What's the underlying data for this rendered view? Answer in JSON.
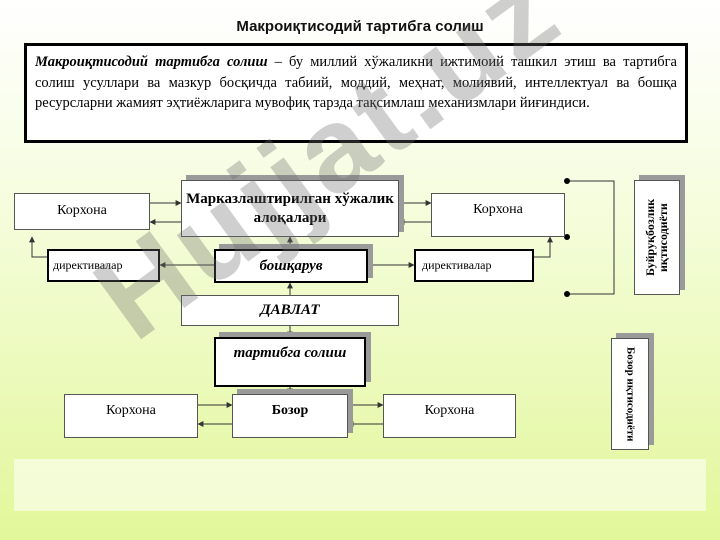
{
  "title": "Макроиқтисодий тартибга солиш",
  "definition": {
    "term": "Макроиқтисодий тартибга солиш",
    "text": " – бу миллий хўжаликни ижтимоий ташкил этиш ва тартибга солиш усуллари ва мазкур босқичда табиий, моддий, меҳнат, молиявий, интеллектуал ва бошқа ресурсларни жамият эҳтиёжларига мувофиқ тарзда тақсимлаш механизмлари йиғиндиси."
  },
  "diagram": {
    "central_relations": "Марказлаштирилган хўжалик алоқалари",
    "enterprise_left_top": "Корхона",
    "enterprise_right_top": "Корхона",
    "directives_left": "директивалар",
    "directives_right": "директивалар",
    "management": "бошқарув",
    "state": "ДАВЛАТ",
    "regulation": "тартибга солиш",
    "market": "Бозор",
    "enterprise_left_bottom": "Корхона",
    "enterprise_right_bottom": "Корхона",
    "command_economy": "Буйруқбозлик иқтисодиёти",
    "market_economy": "Бозор иқтисодиёти"
  },
  "watermark": "Hujjat.uz"
}
